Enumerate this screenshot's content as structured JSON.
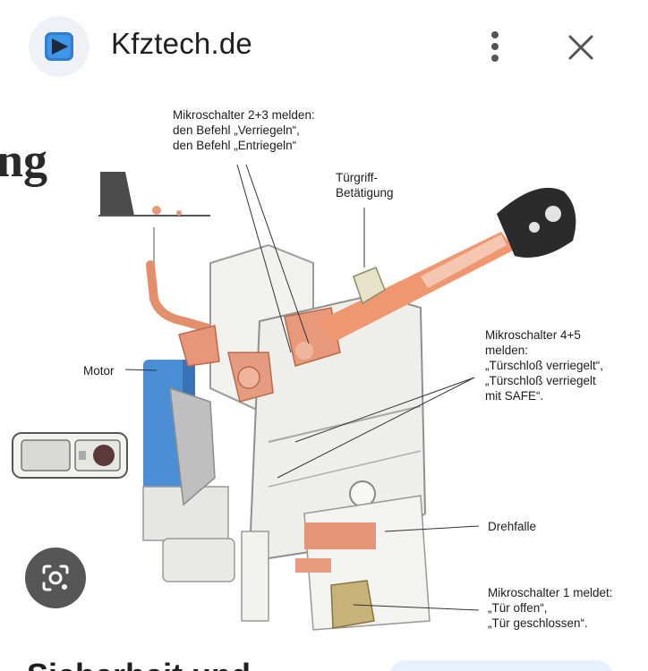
{
  "header": {
    "site_name": "Kfztech.de",
    "logo_icon": "kfztech-logo-icon",
    "menu_icon": "more-vertical-icon",
    "close_icon": "close-icon"
  },
  "figure": {
    "partial_heading": "ng",
    "labels": {
      "microswitch_23": [
        "Mikroschalter 2+3 melden:",
        "den Befehl „Verriegeln“,",
        "den Befehl „Entriegeln“"
      ],
      "door_handle": [
        "Türgriff-",
        "Betätigung"
      ],
      "motor": "Motor",
      "microswitch_45": [
        "Mikroschalter 4+5",
        "melden:",
        "„Türschloß verriegelt“,",
        "„Türschloß verriegelt",
        "mit SAFE“."
      ],
      "rotary_latch": "Drehfalle",
      "microswitch_1": [
        "Mikroschalter 1 meldet:",
        "„Tür offen“,",
        "„Tür geschlossen“."
      ]
    }
  },
  "lens_button": {
    "icon": "google-lens-icon"
  },
  "bottom": {
    "heading_partial": "Sicherheit und"
  },
  "colors": {
    "accent_blue": "#4a8fd6",
    "copper": "#e7906b",
    "key_black": "#2b2b2b",
    "lens_bg": "#565656"
  }
}
